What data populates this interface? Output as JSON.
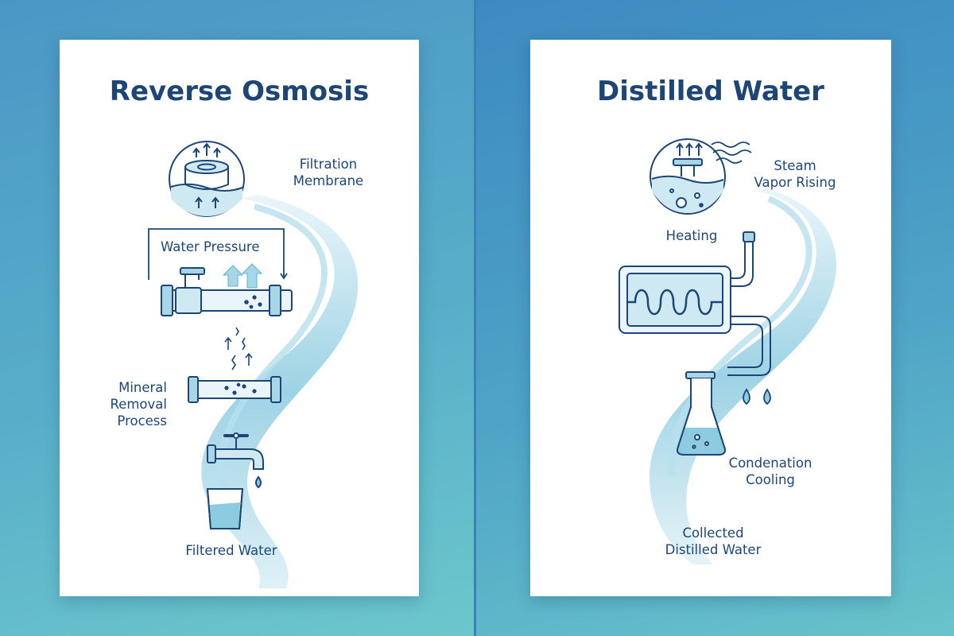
{
  "panels": {
    "ro": {
      "title": "Reverse Osmosis",
      "labels": {
        "membrane_1": "Filtration",
        "membrane_2": "Membrane",
        "pressure": "Water Pressure",
        "mineral_1": "Mineral",
        "mineral_2": "Removal",
        "mineral_3": "Process",
        "filtered": "Filtered Water"
      }
    },
    "distilled": {
      "title": "Distilled Water",
      "labels": {
        "steam_1": "Steam",
        "steam_2": "Vapor Rising",
        "heating": "Heating",
        "condensation_1": "Condenation",
        "condensation_2": "Cooling",
        "collected_1": "Collected",
        "collected_2": "Distilled Water"
      }
    }
  },
  "colors": {
    "ink": "#1d4677",
    "water_light": "#cfe9f3",
    "water_mid": "#8ccbe0",
    "water_dark": "#5bb1cf",
    "bg_top": "#4a97c6",
    "bg_bottom": "#6cc7cc"
  }
}
